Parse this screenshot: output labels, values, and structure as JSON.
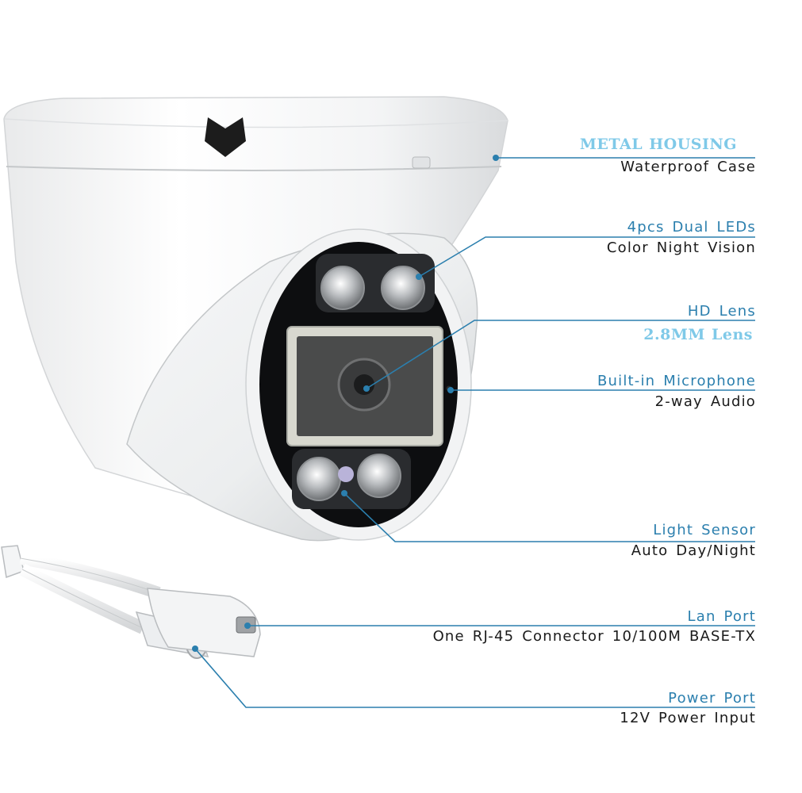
{
  "accent_color": "#2b7fae",
  "highlight_color": "#7fc9e8",
  "callouts": [
    {
      "id": "housing",
      "title": "METAL HOUSING",
      "subtitle": "Waterproof Case"
    },
    {
      "id": "leds",
      "title": "4pcs Dual LEDs",
      "subtitle": "Color Night Vision"
    },
    {
      "id": "lens",
      "title": "HD Lens",
      "subtitle": "2.8MM Lens"
    },
    {
      "id": "mic",
      "title": "Built-in Microphone",
      "subtitle": "2-way Audio"
    },
    {
      "id": "sensor",
      "title": "Light Sensor",
      "subtitle": "Auto Day/Night"
    },
    {
      "id": "lan",
      "title": "Lan Port",
      "subtitle": "One RJ-45 Connector 10/100M BASE-TX"
    },
    {
      "id": "power",
      "title": "Power Port",
      "subtitle": "12V Power Input"
    }
  ]
}
